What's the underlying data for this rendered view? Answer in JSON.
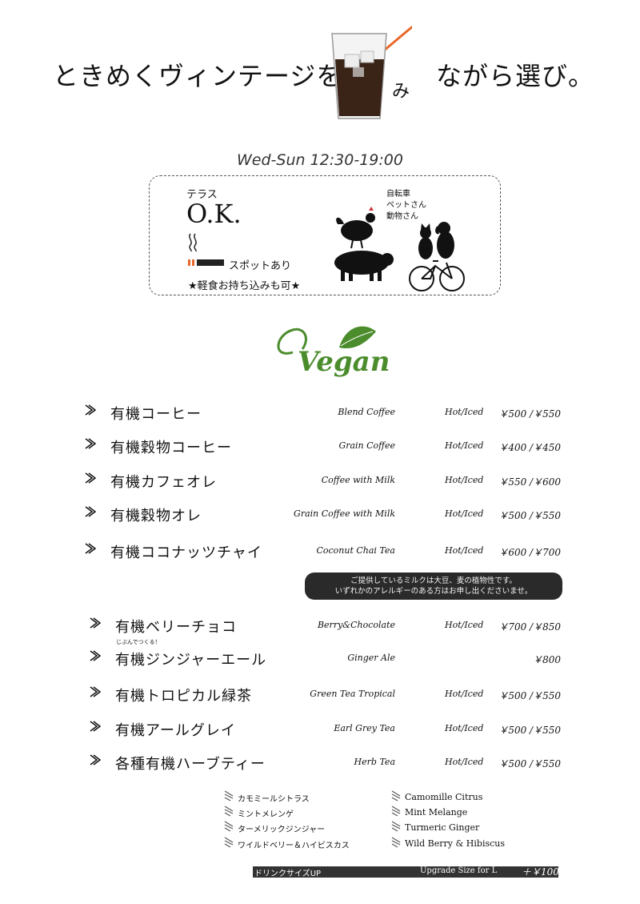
{
  "header": {
    "title_before": "ときめくヴィンテージを",
    "title_mi": "み",
    "title_after": "ながら選び。"
  },
  "hours": "Wed-Sun 12:30-19:00",
  "info": {
    "terrace_label": "テラス",
    "terrace_value": "O.K.",
    "smoking": "スポットあり",
    "food": "★軽食お持ち込みも可★",
    "pets": [
      "自転車",
      "ペットさん",
      "動物さん"
    ]
  },
  "vegan_label": "Vegan",
  "menu": [
    {
      "jp": "有機コーヒー",
      "en": "Blend Coffee",
      "temp": "Hot/Iced",
      "price": "￥500 /￥550"
    },
    {
      "jp": "有機穀物コーヒー",
      "en": "Grain Coffee",
      "temp": "Hot/Iced",
      "price": "￥400 /￥450"
    },
    {
      "jp": "有機カフェオレ",
      "en": "Coffee with Milk",
      "temp": "Hot/Iced",
      "price": "￥550 /￥600"
    },
    {
      "jp": "有機穀物オレ",
      "en": "Grain Coffee with Milk",
      "temp": "Hot/Iced",
      "price": "￥500 /￥550"
    },
    {
      "jp": "有機ココナッツチャイ",
      "en": "Coconut Chai Tea",
      "temp": "Hot/Iced",
      "price": "￥600 /￥700"
    },
    {
      "jp": "有機ベリーチョコ",
      "en": "Berry&Chocolate",
      "temp": "Hot/Iced",
      "price": "￥700 /￥850"
    },
    {
      "jp": "有機ジンジャーエール",
      "en": "Ginger Ale",
      "temp": "",
      "price": "￥800"
    },
    {
      "jp": "有機トロピカル緑茶",
      "en": "Green Tea Tropical",
      "temp": "Hot/Iced",
      "price": "￥500 /￥550"
    },
    {
      "jp": "有機アールグレイ",
      "en": "Earl Grey Tea",
      "temp": "Hot/Iced",
      "price": "￥500 /￥550"
    },
    {
      "jp": "各種有機ハーブティー",
      "en": "Herb Tea",
      "temp": "Hot/Iced",
      "price": "￥500 /￥550"
    }
  ],
  "milk_note": [
    "ご提供しているミルクは大豆、麦の植物性です。",
    "いずれかのアレルギーのある方はお申し出くださいませ。"
  ],
  "ginger_ruby": "じぶんでつくる！",
  "herbs_jp": [
    "カモミールシトラス",
    "ミントメレンゲ",
    "ターメリックジンジャー",
    "ワイルドベリー＆ハイビスカス"
  ],
  "herbs_en": [
    "Camomille Citrus",
    "Mint Melange",
    "Turmeric Ginger",
    "Wild Berry & Hibiscus"
  ],
  "upsize": {
    "jp": "ドリンクサイズUP",
    "en": "Upgrade Size for L",
    "price": "＋￥100"
  },
  "colors": {
    "accent_green": "#4b8c2c",
    "straw_orange": "#e8682a",
    "coffee": "#3a2418"
  }
}
